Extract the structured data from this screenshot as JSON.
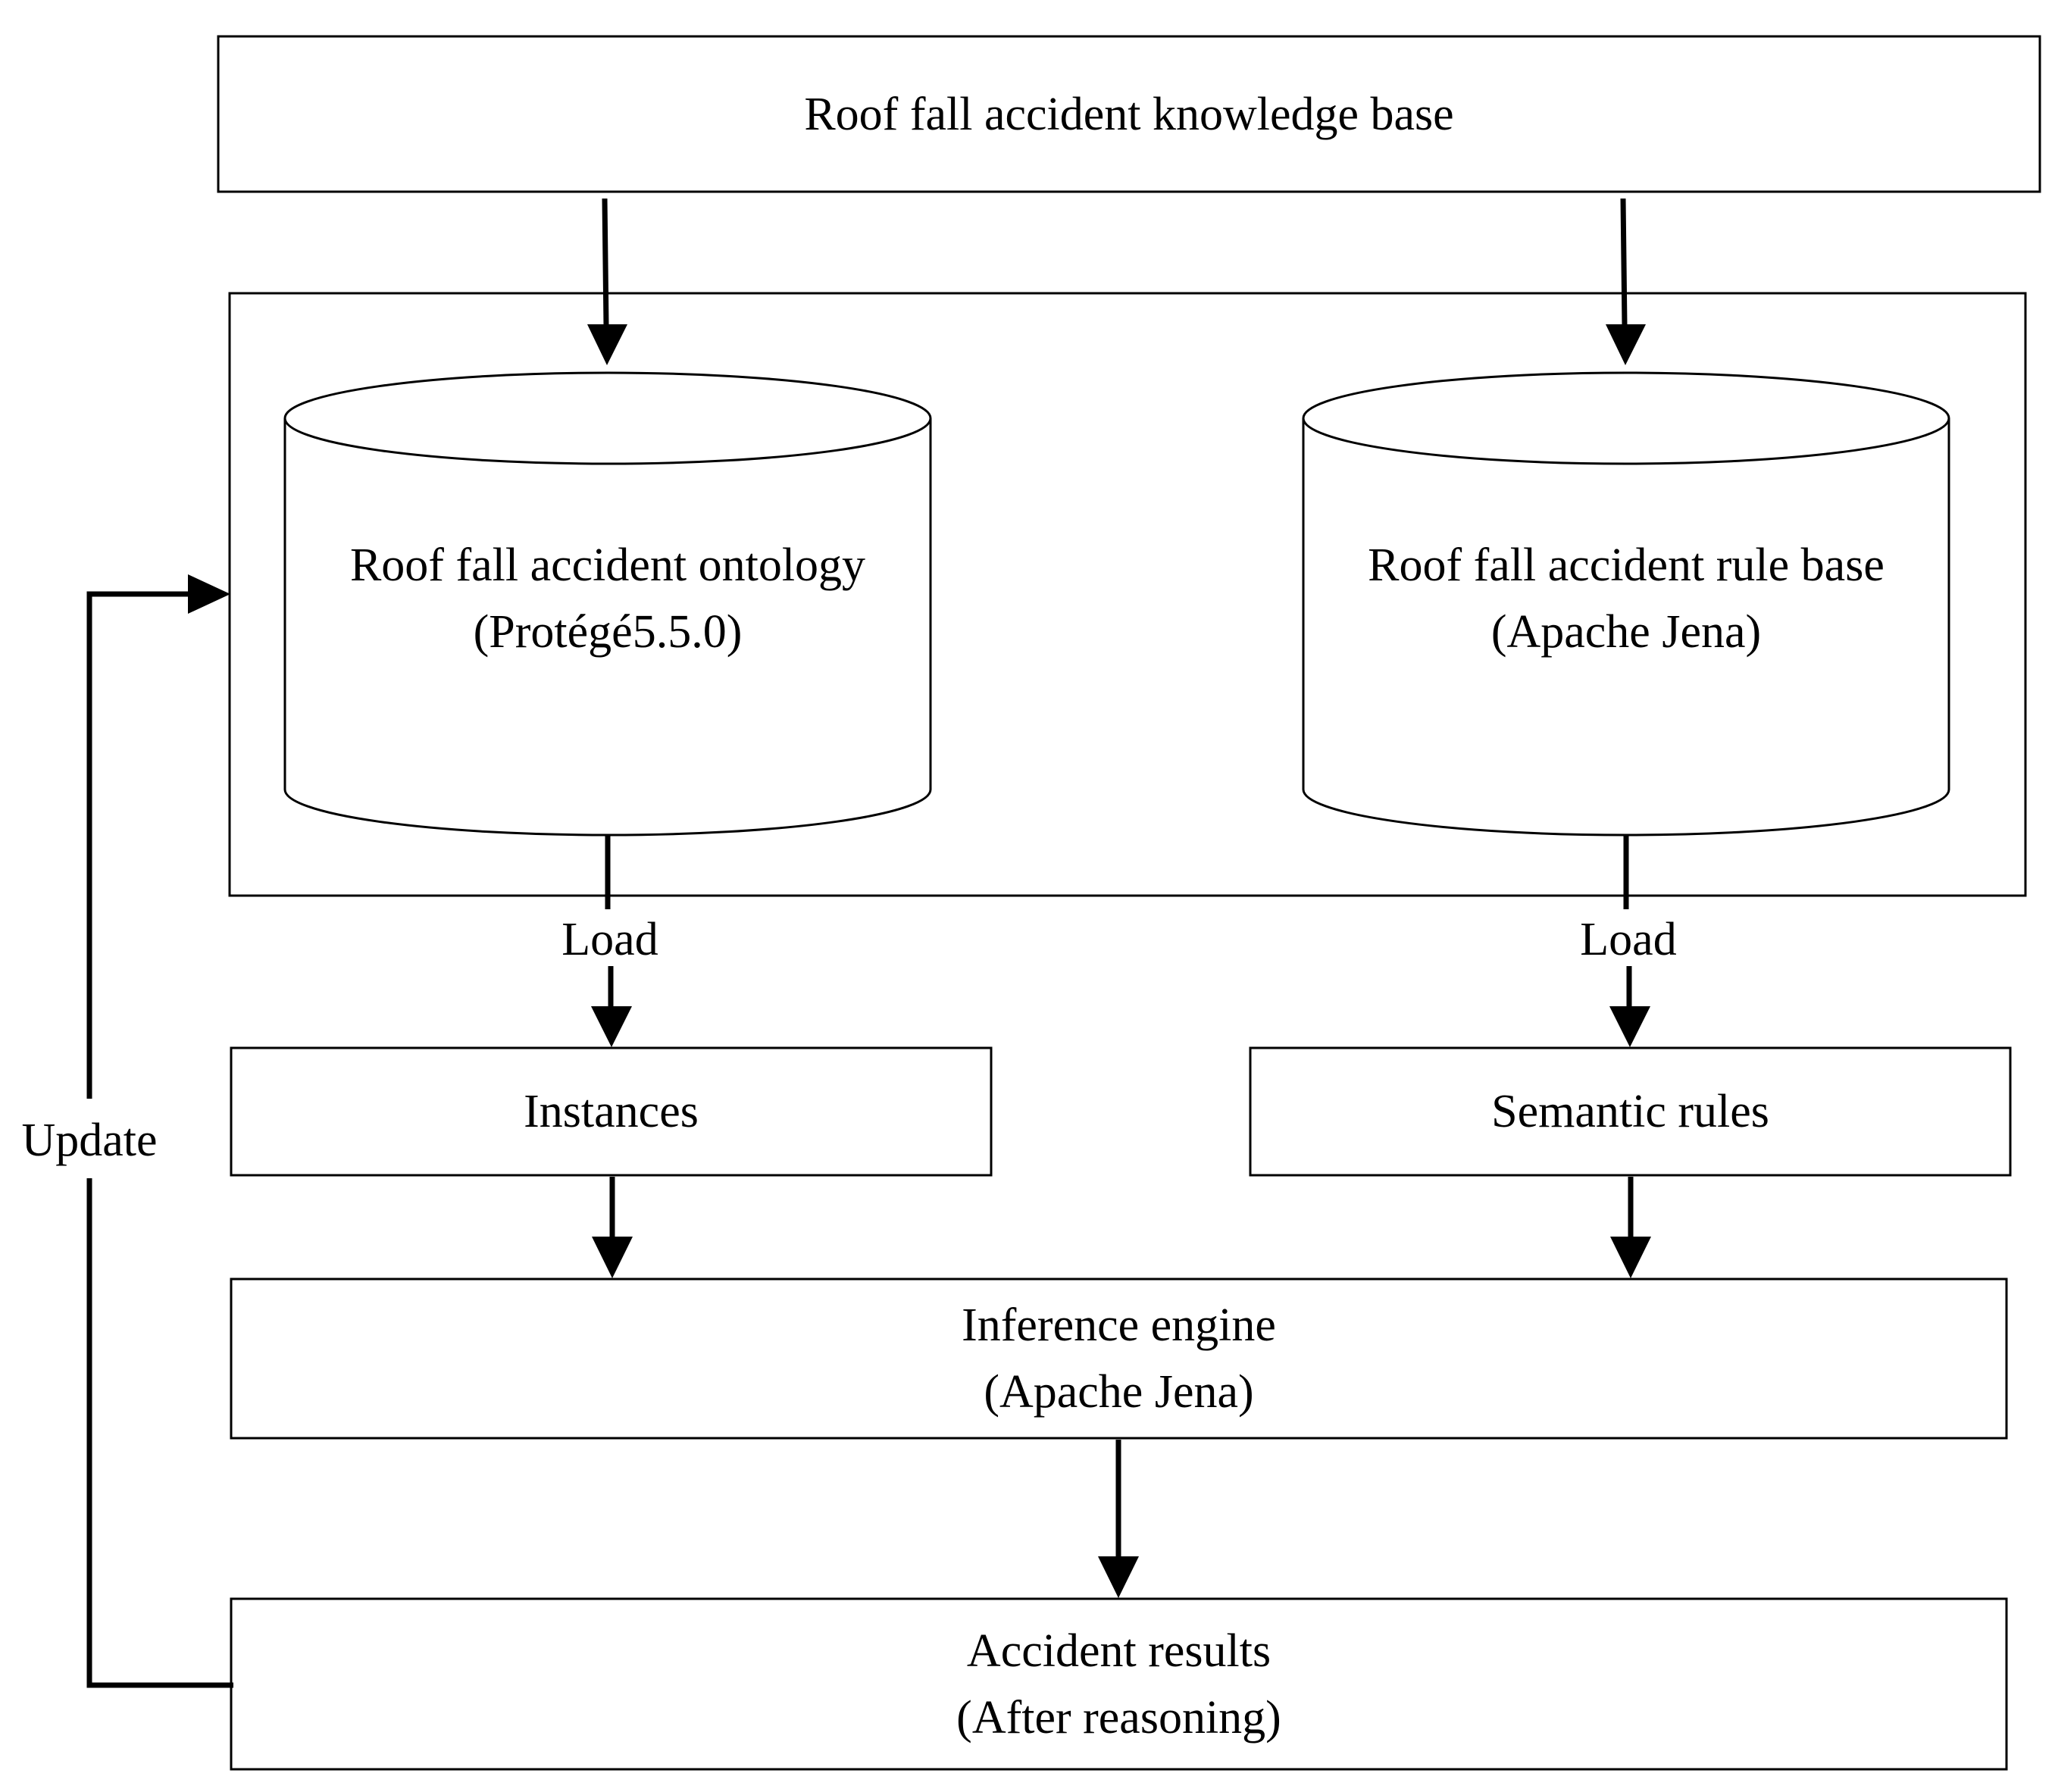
{
  "diagram": {
    "knowledge_base": "Roof fall accident knowledge base",
    "ontology": {
      "title": "Roof fall accident ontology",
      "tool": "(Protégé5.5.0)"
    },
    "rule_base": {
      "title": "Roof fall accident rule base",
      "tool": "(Apache Jena)"
    },
    "load_left": "Load",
    "load_right": "Load",
    "instances": "Instances",
    "semantic_rules": "Semantic rules",
    "inference_engine": {
      "title": "Inference engine",
      "tool": "(Apache Jena)"
    },
    "accident_results": {
      "title": "Accident results",
      "note": "(After reasoning)"
    },
    "update": "Update"
  }
}
